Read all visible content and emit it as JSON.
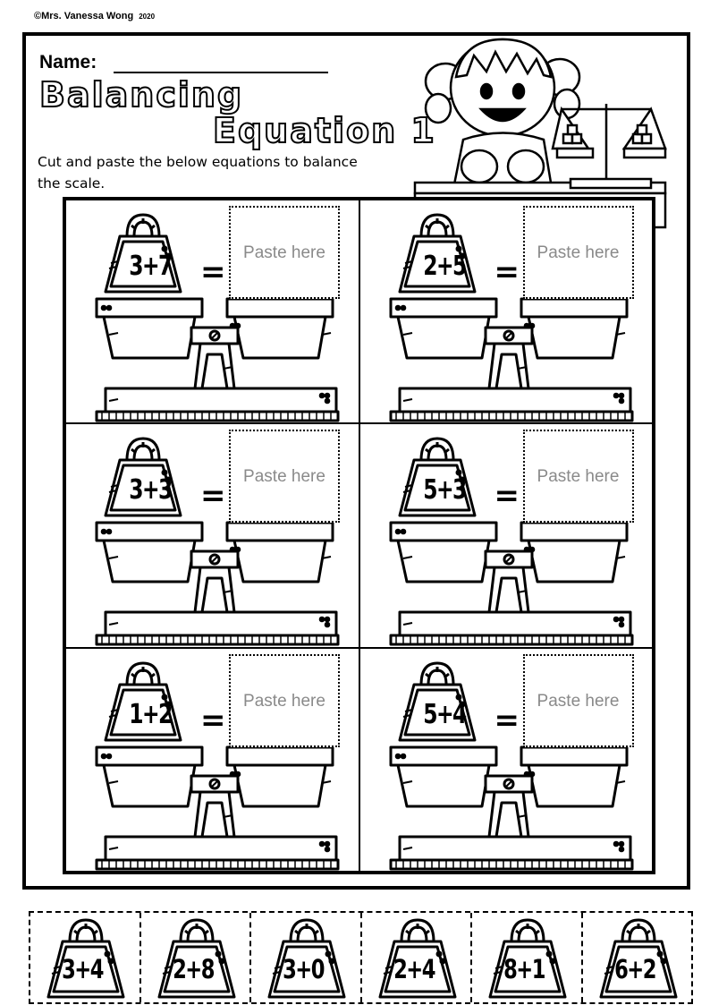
{
  "copyright": {
    "text": "©Mrs. Vanessa Wong",
    "year": "2020"
  },
  "name_label": "Name:",
  "title": {
    "line1": "Balancing",
    "line2": "Equation 1"
  },
  "instructions": "Cut and paste the below equations to balance the scale.",
  "paste_placeholder": "Paste here",
  "equals_sign": "=",
  "scales": [
    {
      "equation": "3+7"
    },
    {
      "equation": "2+5"
    },
    {
      "equation": "3+3"
    },
    {
      "equation": "5+3"
    },
    {
      "equation": "1+2"
    },
    {
      "equation": "5+4"
    }
  ],
  "cutouts": [
    "3+4",
    "2+8",
    "3+0",
    "2+4",
    "8+1",
    "6+2"
  ]
}
